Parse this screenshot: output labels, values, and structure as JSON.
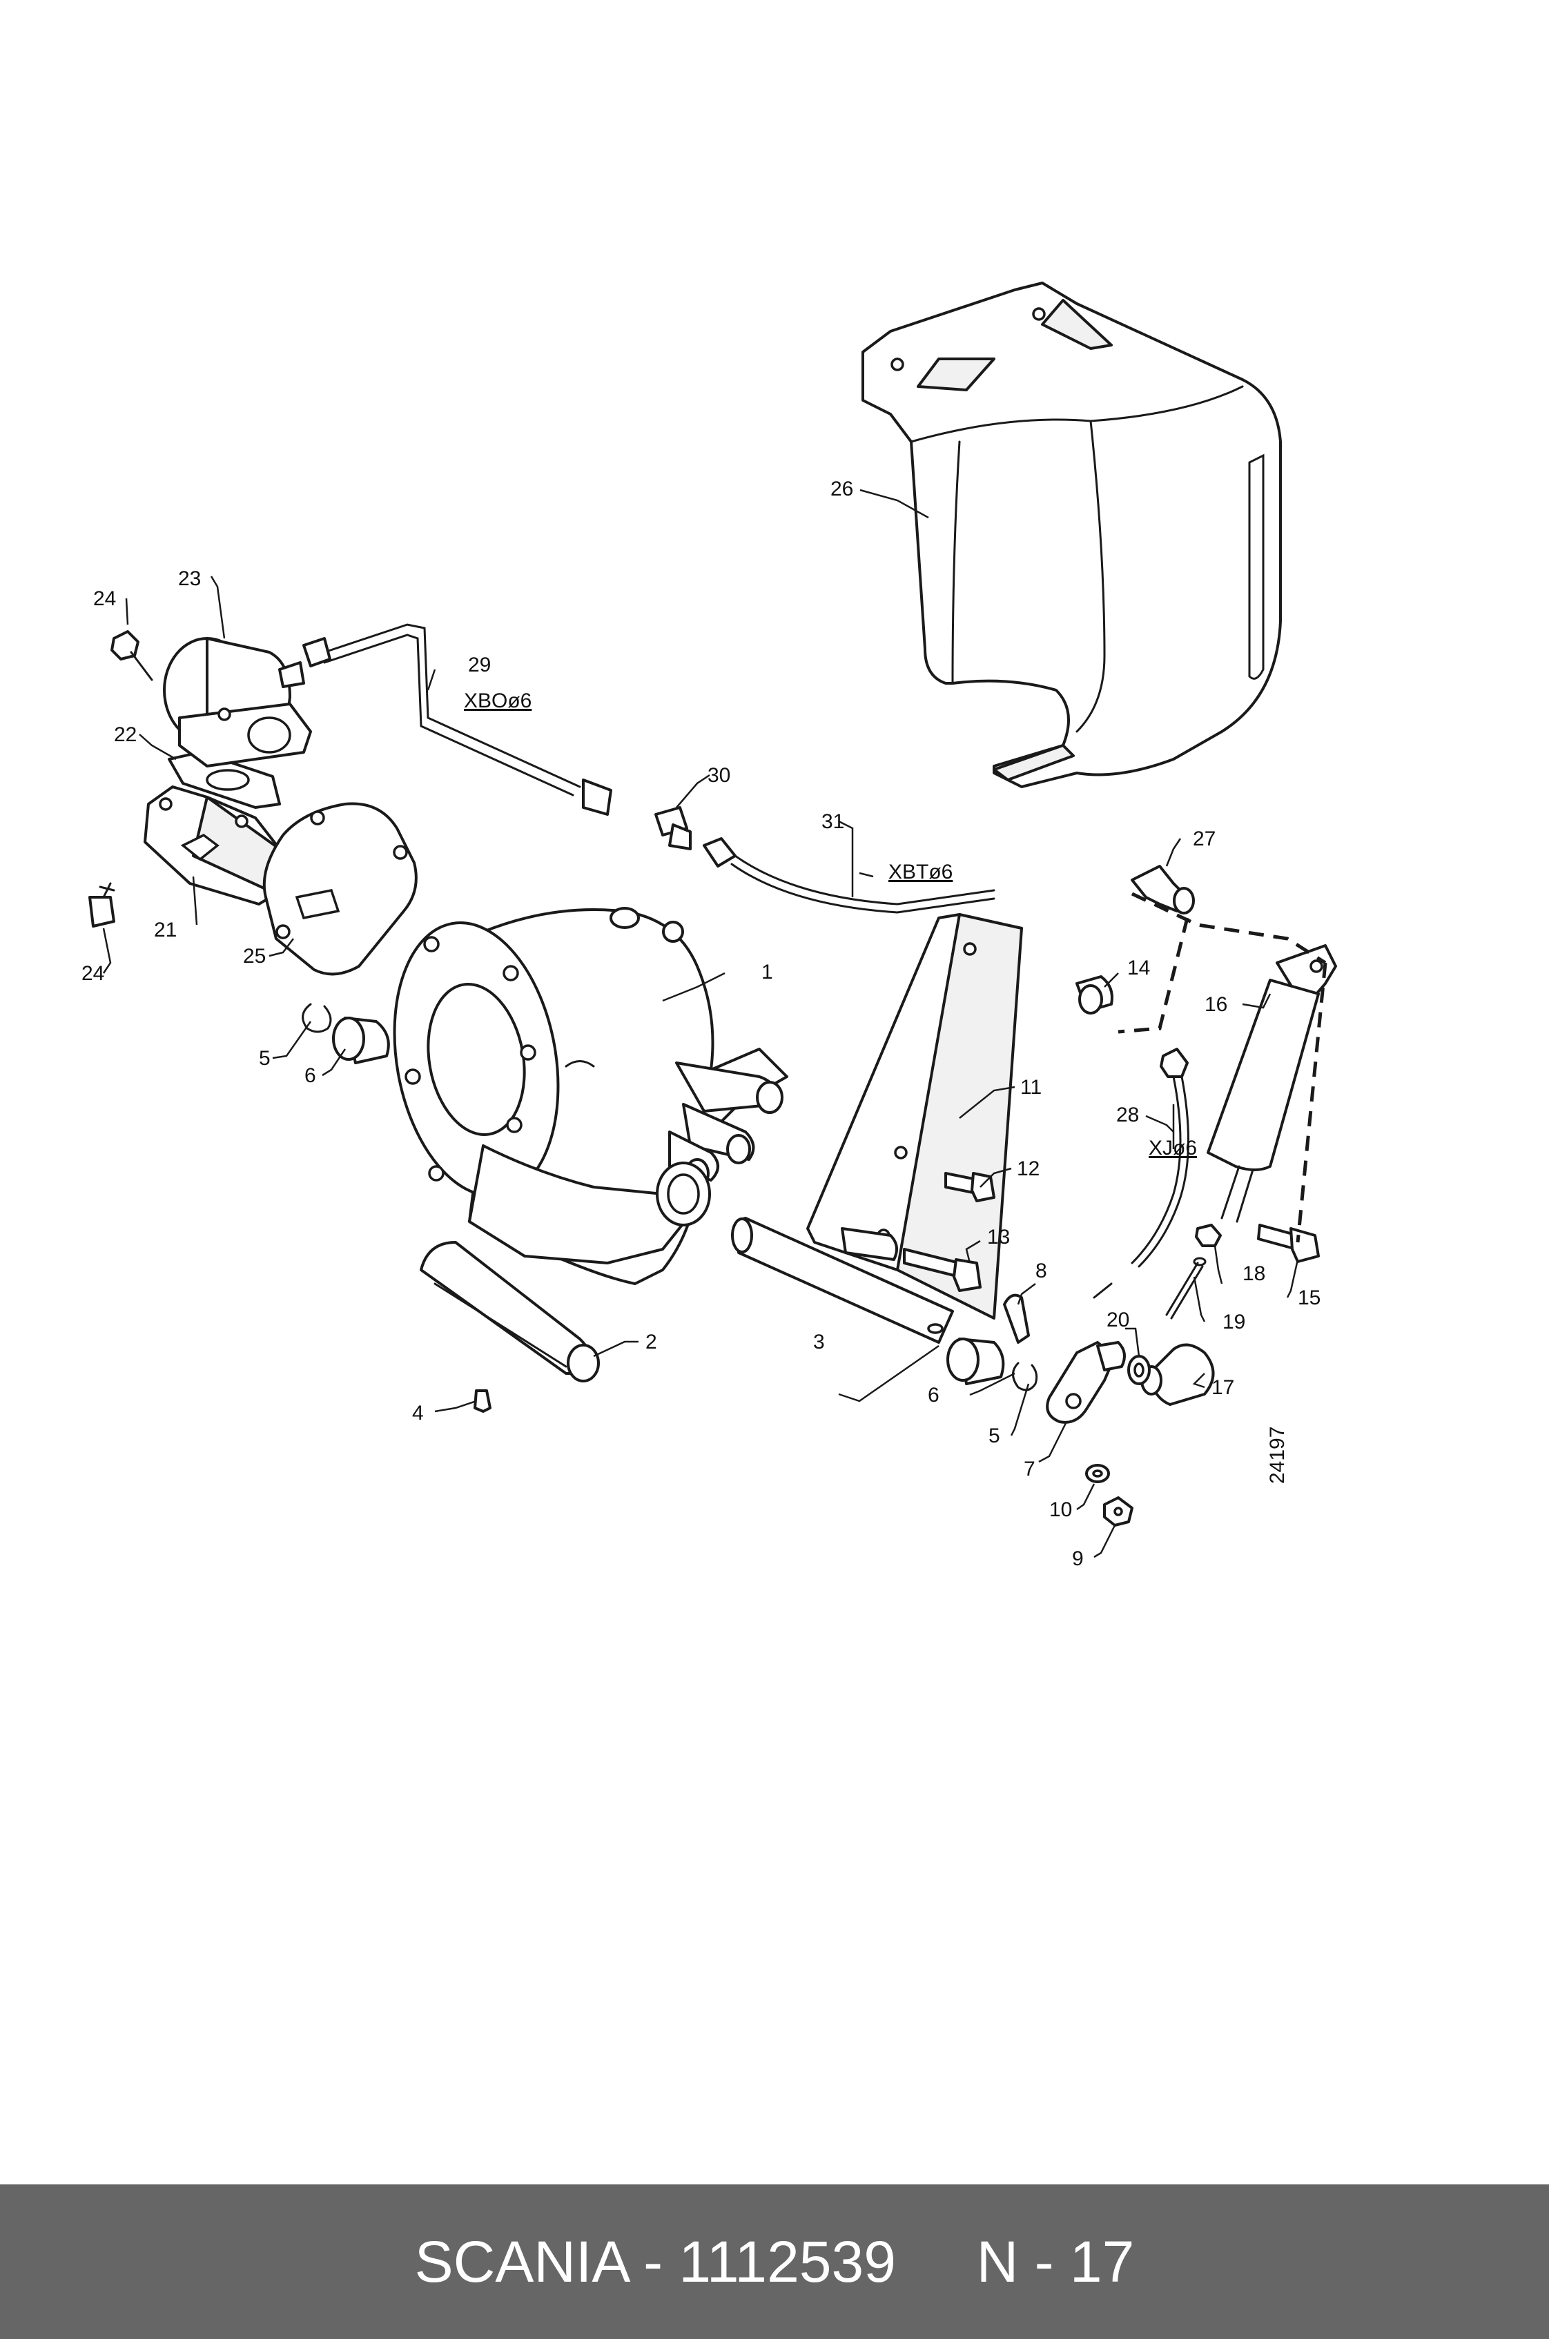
{
  "callouts": {
    "c1": "1",
    "c2": "2",
    "c3": "3",
    "c4": "4",
    "c5a": "5",
    "c5b": "5",
    "c6a": "6",
    "c6b": "6",
    "c7": "7",
    "c8": "8",
    "c9": "9",
    "c10": "10",
    "c11": "11",
    "c12": "12",
    "c13": "13",
    "c14": "14",
    "c15": "15",
    "c16": "16",
    "c17": "17",
    "c18": "18",
    "c19": "19",
    "c20": "20",
    "c21": "21",
    "c22": "22",
    "c23": "23",
    "c24a": "24",
    "c24b": "24",
    "c25": "25",
    "c26": "26",
    "c27": "27",
    "c28": "28",
    "c29": "29",
    "c30": "30",
    "c31": "31"
  },
  "specs": {
    "s29": "XBOø6",
    "s31": "XBTø6",
    "s28": "XJø6"
  },
  "drawing_number": "24197",
  "footer": {
    "text": "SCANIA - 1112539     N - 17",
    "background": "#666666",
    "text_color": "#ffffff"
  }
}
